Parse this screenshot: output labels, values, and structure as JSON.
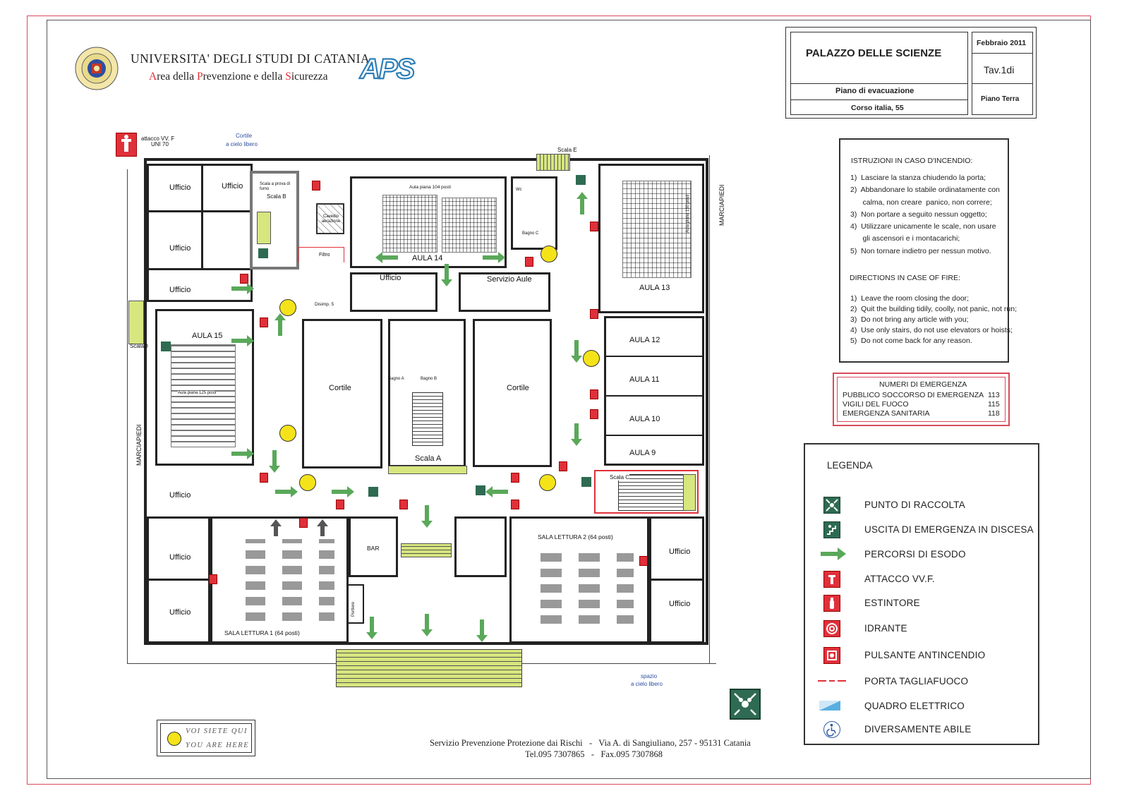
{
  "header": {
    "university": "UNIVERSITA' DEGLI STUDI DI CATANIA",
    "area_parts": [
      {
        "initial": "A",
        "rest": "rea della "
      },
      {
        "initial": "P",
        "rest": "revenzione e della "
      },
      {
        "initial": "S",
        "rest": "icurezza"
      }
    ],
    "logo_text": "APS"
  },
  "title_block": {
    "building": "PALAZZO  DELLE SCIENZE",
    "date": "Febbraio 2011",
    "table": "Tav.1di",
    "plan_type": "Piano di evacuazione",
    "address": "Corso italia, 55",
    "floor": "Piano Terra"
  },
  "instructions": {
    "it_title": "ISTRUZIONI IN CASO D'INCENDIO:",
    "it_items": [
      "1)  Lasciare la stanza chiudendo la porta;",
      "2)  Abbandonare lo stabile ordinatamente con",
      "      calma, non creare  panico, non correre;",
      "3)  Non portare a seguito nessun oggetto;",
      "4)  Utilizzare unicamente le scale, non usare",
      "      gli ascensori e i montacarichi;",
      "5)  Non tornare indietro per nessun motivo."
    ],
    "en_title": "DIRECTIONS IN CASE OF FIRE:",
    "en_items": [
      "1)  Leave the room closing the door;",
      "2)  Quit the building tidily, coolly, not panic, not run;",
      "3)  Do not bring any article with you;",
      "4)  Use only stairs, do not use elevators or hoists;",
      "5)  Do not come back for any reason."
    ]
  },
  "emergency": {
    "title": "NUMERI DI EMERGENZA",
    "rows": [
      {
        "label": "PUBBLICO SOCCORSO DI EMERGENZA",
        "number": "113"
      },
      {
        "label": "VIGILI DEL FUOCO",
        "number": "115"
      },
      {
        "label": "EMERGENZA SANITARIA",
        "number": "118"
      }
    ]
  },
  "legend": {
    "title": "LEGENDA",
    "items": [
      {
        "icon": "assembly-point-icon",
        "label": "PUNTO DI RACCOLTA"
      },
      {
        "icon": "emergency-exit-stairs-icon",
        "label": "USCITA DI EMERGENZA IN DISCESA"
      },
      {
        "icon": "escape-route-arrow-icon",
        "label": "PERCORSI DI ESODO"
      },
      {
        "icon": "fire-brigade-connection-icon",
        "label": "ATTACCO VV.F."
      },
      {
        "icon": "fire-extinguisher-icon",
        "label": "ESTINTORE"
      },
      {
        "icon": "fire-hydrant-icon",
        "label": "IDRANTE"
      },
      {
        "icon": "fire-alarm-button-icon",
        "label": "PULSANTE ANTINCENDIO"
      },
      {
        "icon": "fire-door-icon",
        "label": "PORTA TAGLIAFUOCO"
      },
      {
        "icon": "electrical-panel-icon",
        "label": "QUADRO ELETTRICO"
      },
      {
        "icon": "accessibility-icon",
        "label": "DIVERSAMENTE ABILE"
      }
    ]
  },
  "you_are_here": {
    "it": "VOI SIETE QUI",
    "en": "YOU ARE HERE"
  },
  "footer": {
    "line1": "Servizio Prevenzione Protezione dai Rischi   -   Via A. di Sangiuliano, 257 - 95131 Catania",
    "line2": "Tel.095 7307865   -   Fax.095 7307868"
  },
  "plan_labels": {
    "attacco": "attacco VV. F",
    "uni": "UNI 70",
    "cortile_top": "Cortile",
    "cielo_top": "a cielo libero",
    "scala_e": "Scala E",
    "ufficio": "Ufficio",
    "scala_b_note": "Scala a prova di fumo",
    "scala_b": "Scala B",
    "cavedio": "Cavedio aerazione",
    "filtro": "Filtro",
    "aula14_cap": "Aula piana 104 posti",
    "aula14": "AULA  14",
    "servizio_aule": "Servizio  Aule",
    "bagno_c": "Bagno C",
    "wc": "Wc",
    "aula13": "AULA  13",
    "aula13_cap": "Aula piana 130 posti",
    "aula15": "AULA  15",
    "aula15_cap": "Aula piana 125 posti",
    "scala_d": "ScalaD",
    "disimp": "Disimp. 5",
    "cortile": "Cortile",
    "bagno_a": "Bagno A",
    "bagno_b": "Bagno B",
    "scala_a": "Scala  A",
    "aula12": "AULA  12",
    "aula11": "AULA  11",
    "aula10": "AULA  10",
    "aula9": "AULA  9",
    "scala_c": "Scala  C",
    "marciapiedi": "MARCIAPIEDI",
    "bar": "BAR",
    "portiere": "Portiere",
    "sala1": "SALA  LETTURA  1  (64  posti)",
    "sala2": "SALA  LETTURA  2  (64  posti)",
    "spazio": "spazio",
    "cielo_bottom": "a cielo libero"
  },
  "colors": {
    "accent_red": "#e0303a",
    "route_green": "#5aa85a",
    "stair_fill": "#d7e67e",
    "you_are_here": "#f5e31a",
    "sign_green": "#2e6b52"
  }
}
